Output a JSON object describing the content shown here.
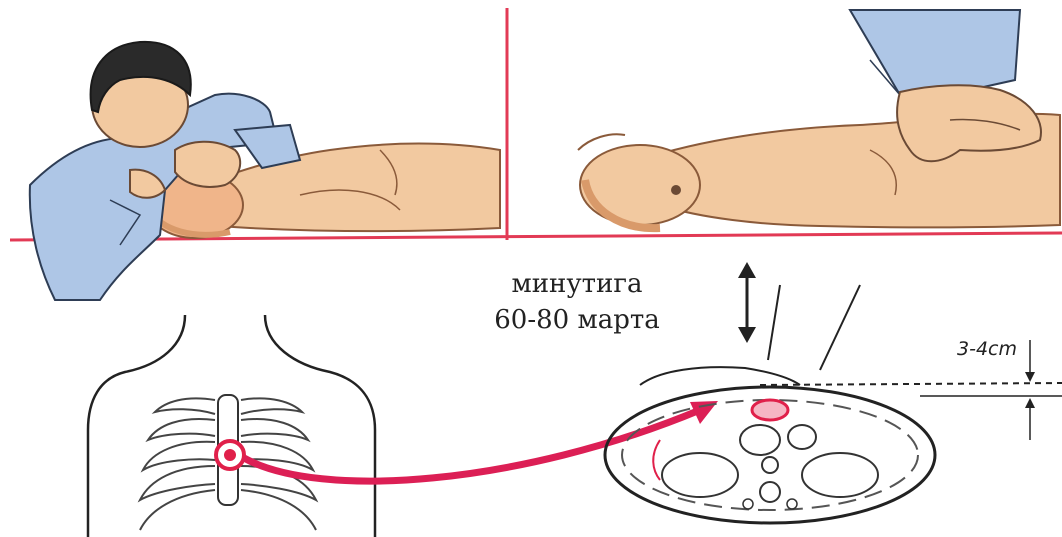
{
  "caption": {
    "line1": "минутига",
    "line2": "60-80 марта"
  },
  "depth_label": "3-4cm",
  "colors": {
    "divider": "#e23a55",
    "marker": "#e0204a",
    "arrow": "#dc1f55",
    "skin": "#f2c9a0",
    "skin_shade": "#e8a77a",
    "jacket": "#aec6e6",
    "hair": "#2a2a2a",
    "ink": "#333333"
  },
  "icons": [
    "double-arrow-icon",
    "depth-arrow-icon",
    "pointer-arrow-icon"
  ]
}
